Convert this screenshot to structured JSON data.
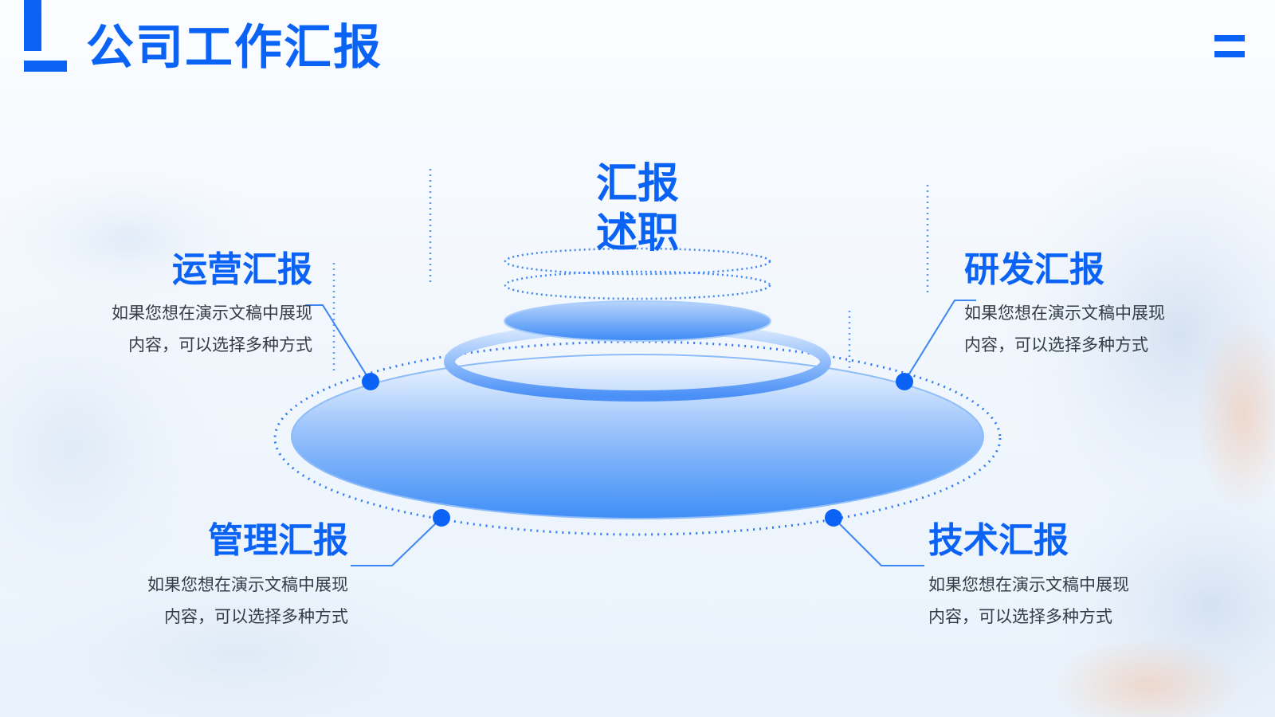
{
  "header": {
    "title": "公司工作汇报"
  },
  "center": {
    "line1": "汇报",
    "line2": "述职"
  },
  "items": [
    {
      "title": "运营汇报",
      "line1": "如果您想在演示文稿中展现",
      "line2": "内容，可以选择多种方式"
    },
    {
      "title": "研发汇报",
      "line1": "如果您想在演示文稿中展现",
      "line2": "内容，可以选择多种方式"
    },
    {
      "title": "管理汇报",
      "line1": "如果您想在演示文稿中展现",
      "line2": "内容，可以选择多种方式"
    },
    {
      "title": "技术汇报",
      "line1": "如果您想在演示文稿中展现",
      "line2": "内容，可以选择多种方式"
    }
  ],
  "colors": {
    "accent": "#0b63f6",
    "text": "#333b47"
  },
  "icons": {
    "menu": "menu-icon"
  }
}
